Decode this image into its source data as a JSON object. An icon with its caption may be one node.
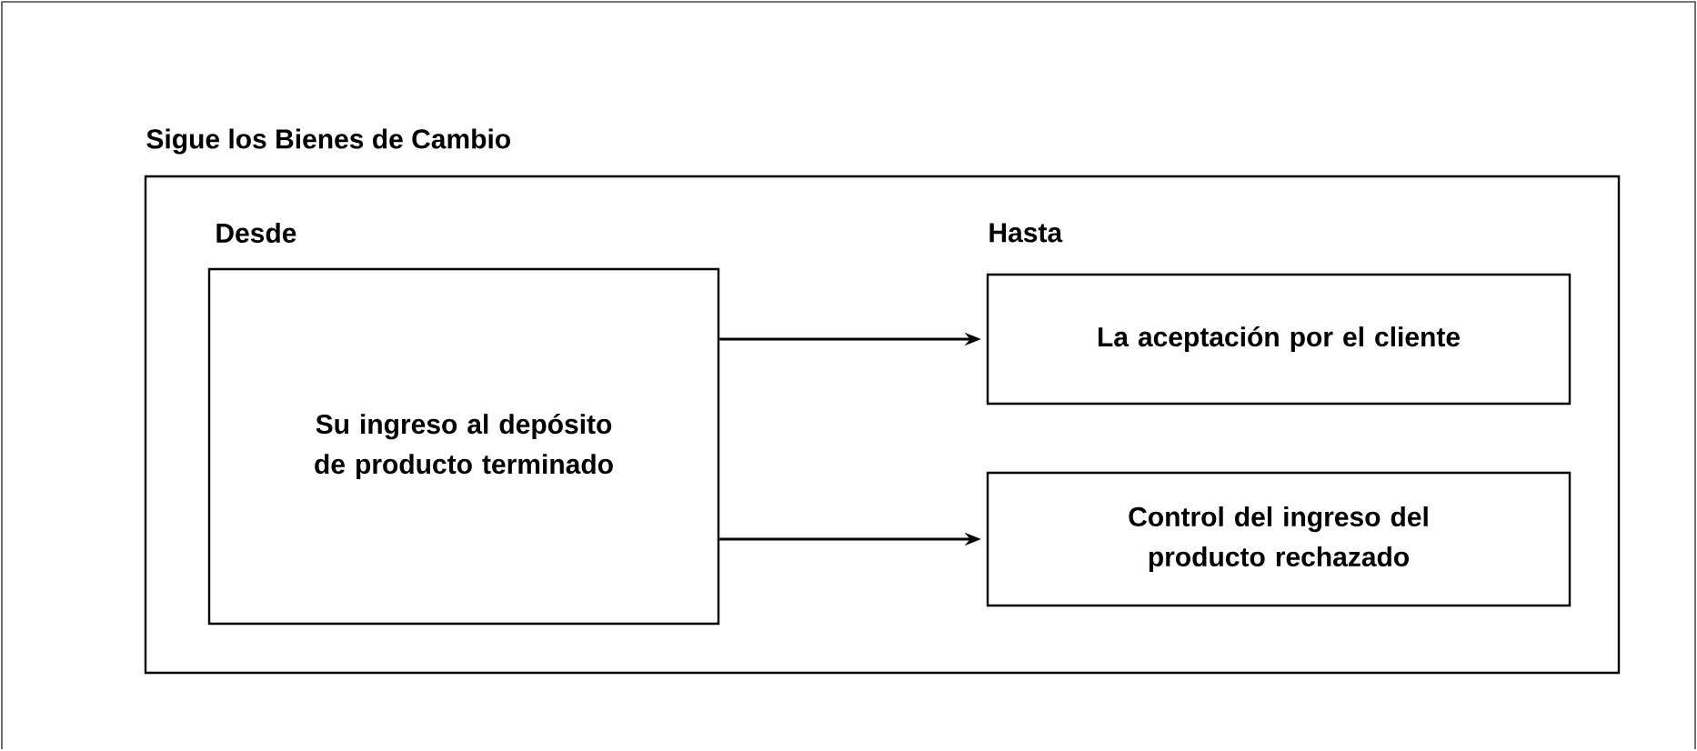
{
  "diagram": {
    "nodes": [
      {
        "text": [
          "Sigue los Bienes de Cambio"
        ]
      },
      {
        "text": [
          "Su ingreso al depósito de producto terminado"
        ],
        "in": 0
      },
      {
        "text": [
          "La aceptación por el cliente"
        ],
        "in": 0
      },
      {
        "text": [
          "Control del ingreso del producto rechazado"
        ],
        "in": 0
      }
    ],
    "edges": [
      {
        "from": 1,
        "to": 2,
        "arrow": "to"
      },
      {
        "from": 1,
        "to": 3,
        "arrow": "to"
      }
    ],
    "labels": [
      "Desde",
      "Hasta"
    ]
  }
}
